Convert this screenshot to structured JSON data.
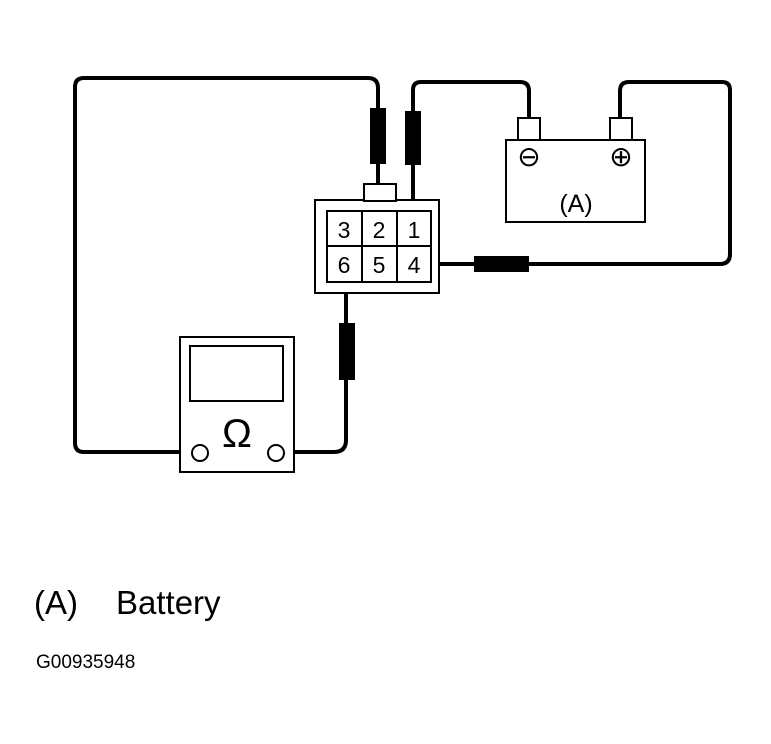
{
  "connector": {
    "pins": [
      "3",
      "2",
      "1",
      "6",
      "5",
      "4"
    ]
  },
  "battery": {
    "label": "(A)",
    "negative_symbol": "⊖",
    "positive_symbol": "⊕"
  },
  "meter": {
    "symbol": "Ω"
  },
  "legend": {
    "key": "(A)",
    "text": "Battery"
  },
  "figure_id": "G00935948"
}
